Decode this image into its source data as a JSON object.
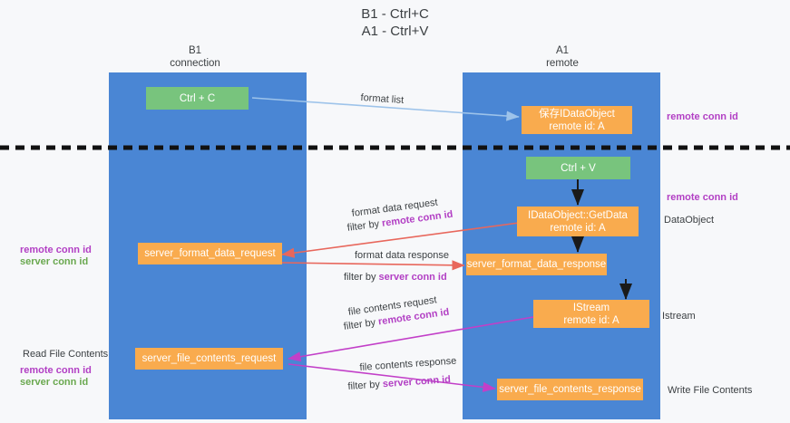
{
  "diagram": {
    "title_line1": "B1 - Ctrl+C",
    "title_line2": "A1 - Ctrl+V",
    "background": "#f7f8fa",
    "lane_color": "#4a86d4",
    "box_orange": "#f9ab4e",
    "box_green": "#78c47d",
    "accent_purple": "#b23fc4",
    "accent_green": "#6aa84f",
    "divider_color": "#000000"
  },
  "columns": [
    {
      "name": "B1",
      "role": "connection"
    },
    {
      "name": "A1",
      "role": "remote"
    }
  ],
  "boxes": {
    "ctrl_c": {
      "line1": "Ctrl + C"
    },
    "save_idataobject": {
      "line1": "保存IDataObject",
      "line2": "remote id: A"
    },
    "ctrl_v": {
      "line1": "Ctrl + V"
    },
    "getdata": {
      "line1": "IDataObject::GetData",
      "line2": "remote id: A"
    },
    "server_format_data_request": {
      "line1": "server_format_data_request"
    },
    "server_format_data_response": {
      "line1": "server_format_data_response"
    },
    "istream": {
      "line1": "IStream",
      "line2": "remote id: A"
    },
    "server_file_contents_request": {
      "line1": "server_file_contents_request"
    },
    "server_file_contents_response": {
      "line1": "server_file_contents_response"
    }
  },
  "edge_labels": {
    "format_list": "format list",
    "format_data_request": "format data request",
    "format_data_request_filter_prefix": "filter by ",
    "format_data_request_filter_key": "remote conn id",
    "format_data_response": "format data response",
    "format_data_response_filter_prefix": "filter by ",
    "format_data_response_filter_key": "server conn id",
    "file_contents_request": "file contents request",
    "file_contents_request_filter_prefix": "filter by ",
    "file_contents_request_filter_key": "remote conn id",
    "file_contents_response": "file contents response",
    "file_contents_response_filter_prefix": "filter by ",
    "file_contents_response_filter_key": "server conn id"
  },
  "side_labels": {
    "right_top_remote_conn_id": "remote conn id",
    "right_mid_remote_conn_id": "remote conn id",
    "right_dataobject": "DataObject",
    "right_istream": "Istream",
    "right_write_file_contents": "Write File Contents",
    "left_remote_conn_id_1": "remote conn id",
    "left_server_conn_id_1": "server conn id",
    "left_read_file_contents": "Read File Contents",
    "left_remote_conn_id_2": "remote conn id",
    "left_server_conn_id_2": "server conn id"
  }
}
